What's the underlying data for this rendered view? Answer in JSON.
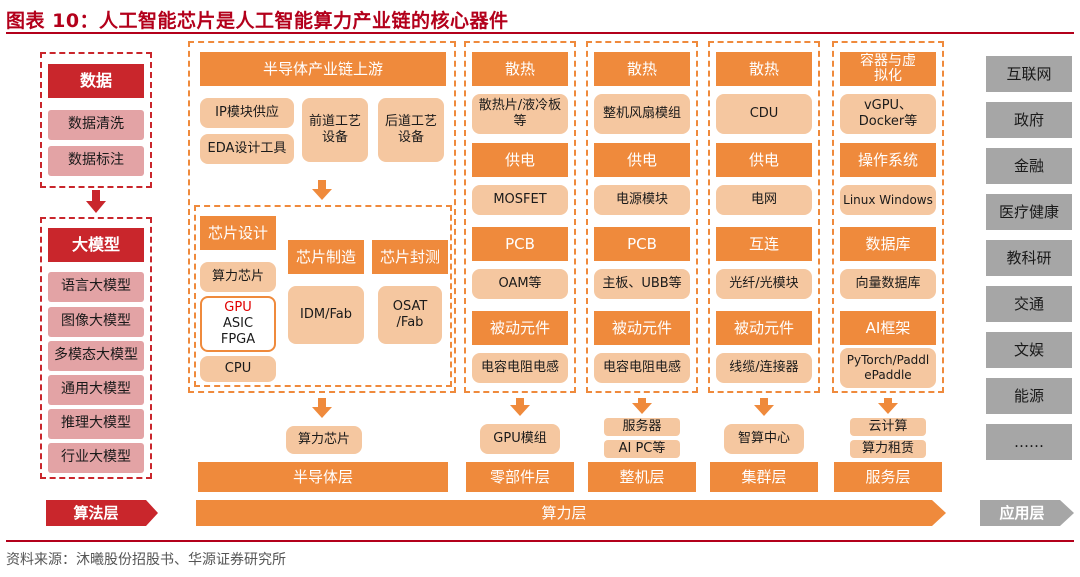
{
  "title": "图表 10：人工智能芯片是人工智能算力产业链的核心器件",
  "source": "资料来源：沐曦股份招股书、华源证券研究所",
  "algo": {
    "data_title": "数据",
    "data_items": [
      "数据清洗",
      "数据标注"
    ],
    "model_title": "大模型",
    "model_items": [
      "语言大模型",
      "图像大模型",
      "多模态大模型",
      "通用大模型",
      "推理大模型",
      "行业大模型"
    ],
    "layer": "算法层"
  },
  "semi": {
    "upstream_title": "半导体产业链上游",
    "upstream_items": [
      "IP模块供应",
      "EDA设计工具",
      "前道工艺设备",
      "后道工艺设备"
    ],
    "design_title": "芯片设计",
    "design_sub": "算力芯片",
    "design_chips": [
      "GPU",
      "ASIC",
      "FPGA"
    ],
    "design_cpu": "CPU",
    "fab_title": "芯片制造",
    "fab_item": "IDM/Fab",
    "pack_title": "芯片封测",
    "pack_item": "OSAT /Fab",
    "output": "算力芯片",
    "layer": "半导体层"
  },
  "parts": {
    "items": [
      "散热",
      "散热片/液冷板等",
      "供电",
      "MOSFET",
      "PCB",
      "OAM等",
      "被动元件",
      "电容电阻电感"
    ],
    "output": "GPU模组",
    "layer": "零部件层"
  },
  "machine": {
    "items": [
      "散热",
      "整机风扇模组",
      "供电",
      "电源模块",
      "PCB",
      "主板、UBB等",
      "被动元件",
      "电容电阻电感"
    ],
    "outputs": [
      "服务器",
      "AI PC等"
    ],
    "layer": "整机层"
  },
  "cluster": {
    "items": [
      "散热",
      "CDU",
      "供电",
      "电网",
      "互连",
      "光纤/光模块",
      "被动元件",
      "线缆/连接器"
    ],
    "output": "智算中心",
    "layer": "集群层"
  },
  "service": {
    "items": [
      "容器与虚拟化",
      "vGPU、Docker等",
      "操作系统",
      "Linux Windows",
      "数据库",
      "向量数据库",
      "AI框架",
      "PyTorch/PaddlePaddle"
    ],
    "outputs": [
      "云计算",
      "算力租赁"
    ],
    "layer": "服务层"
  },
  "compute_layer": "算力层",
  "apps": {
    "items": [
      "互联网",
      "政府",
      "金融",
      "医疗健康",
      "教科研",
      "交通",
      "文娱",
      "能源",
      "……"
    ],
    "layer": "应用层"
  },
  "colors": {
    "red": "#c9262c",
    "orange": "#ef8a3c",
    "peach": "#f5c7a0",
    "pink": "#e3a3a5",
    "gray": "#a6a6a6"
  }
}
